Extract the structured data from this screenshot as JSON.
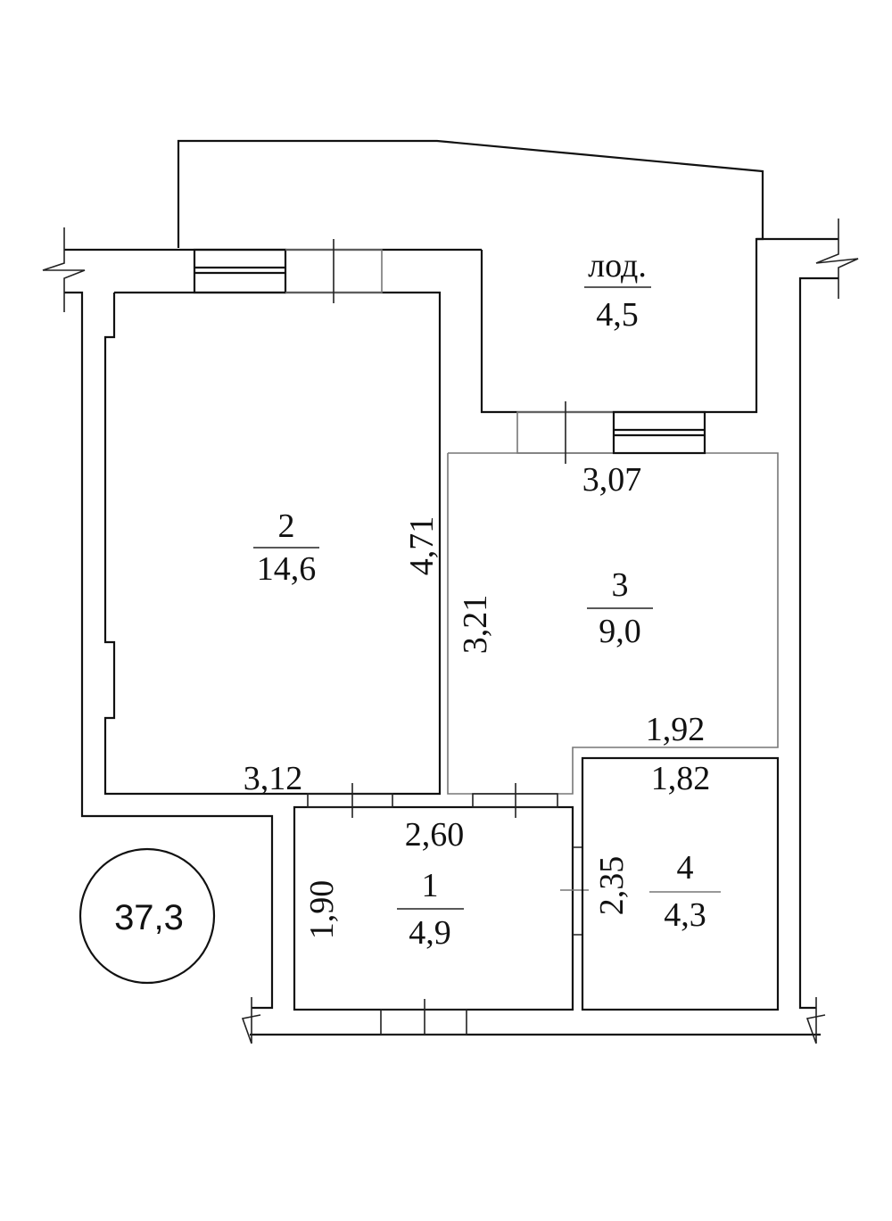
{
  "total_area": "37,3",
  "rooms": [
    {
      "number": "1",
      "area": "4,9"
    },
    {
      "number": "2",
      "area": "14,6"
    },
    {
      "number": "3",
      "area": "9,0"
    },
    {
      "number": "4",
      "area": "4,3"
    },
    {
      "number": "лод.",
      "area": "4,5"
    }
  ],
  "dimensions": {
    "room2_width": "3,12",
    "room2_length": "4,71",
    "room3_width": "3,07",
    "room3_length": "3,21",
    "room3_bottom": "1,92",
    "room1_width": "2,60",
    "room1_length": "1,90",
    "room4_width": "1,82",
    "room4_length": "2,35"
  }
}
